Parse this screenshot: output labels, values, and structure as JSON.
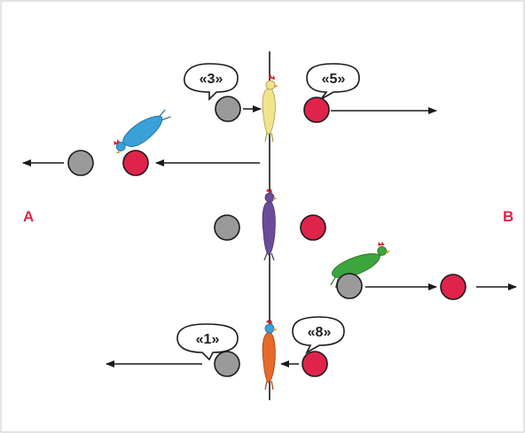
{
  "side_labels": {
    "left": "A",
    "right": "B"
  },
  "bubbles": {
    "b3": "«3»",
    "b5": "«5»",
    "b1": "«1»",
    "b8": "«8»"
  },
  "colors": {
    "accent": "#E0234A",
    "gray": "#9A9A9A",
    "stroke": "#1a1a1a",
    "yellow_chicken": "#F2E48A",
    "blue_chicken": "#3AA0D8",
    "purple_chicken": "#6B4C9A",
    "green_chicken": "#3DA53D",
    "orange_chicken": "#E56A2A",
    "comb": "#D81E2B"
  }
}
